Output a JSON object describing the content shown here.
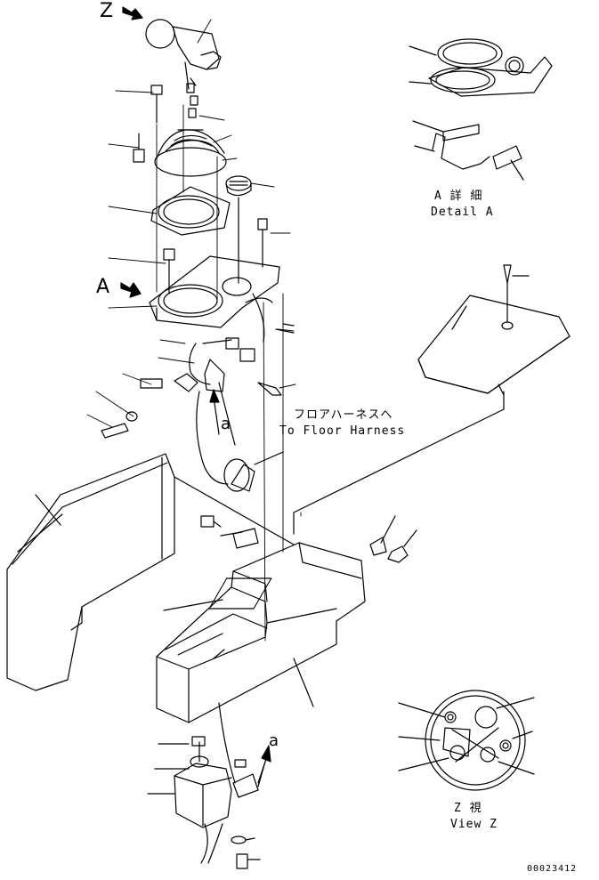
{
  "view_marks": {
    "z_arrow_label": "Z",
    "a_arrow_label": "A",
    "a_pointer_1": "a",
    "a_pointer_2": "a"
  },
  "detail_a": {
    "title_jp": "A 詳 細",
    "title_en": "Detail A"
  },
  "view_z": {
    "title_jp": "Z 視",
    "title_en": "View Z"
  },
  "harness_note": {
    "jp": "フロアハーネスへ",
    "en": "To Floor Harness"
  },
  "drawing_number": "00023412"
}
